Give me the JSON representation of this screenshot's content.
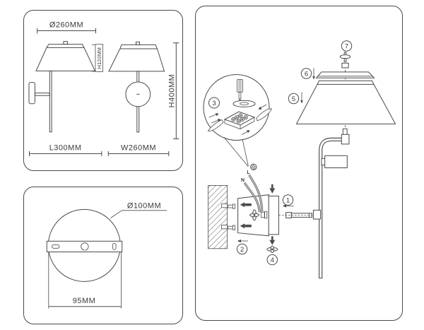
{
  "colors": {
    "line": "#4a4a4a",
    "text": "#3a3a3a",
    "wire": "#8a8a8a",
    "background": "#ffffff"
  },
  "spec_views": {
    "shade_diameter": "Ø260MM",
    "shade_height": "H120MM",
    "fixture_height": "H400MM",
    "fixture_length": "L300MM",
    "fixture_width": "W260MM"
  },
  "mounting_plate": {
    "plate_diameter": "Ø100MM",
    "hole_spacing": "95MM"
  },
  "assembly": {
    "steps": [
      "1",
      "2",
      "3",
      "4",
      "5",
      "6",
      "7"
    ],
    "wire_labels": {
      "live": "L",
      "neutral": "N"
    }
  }
}
